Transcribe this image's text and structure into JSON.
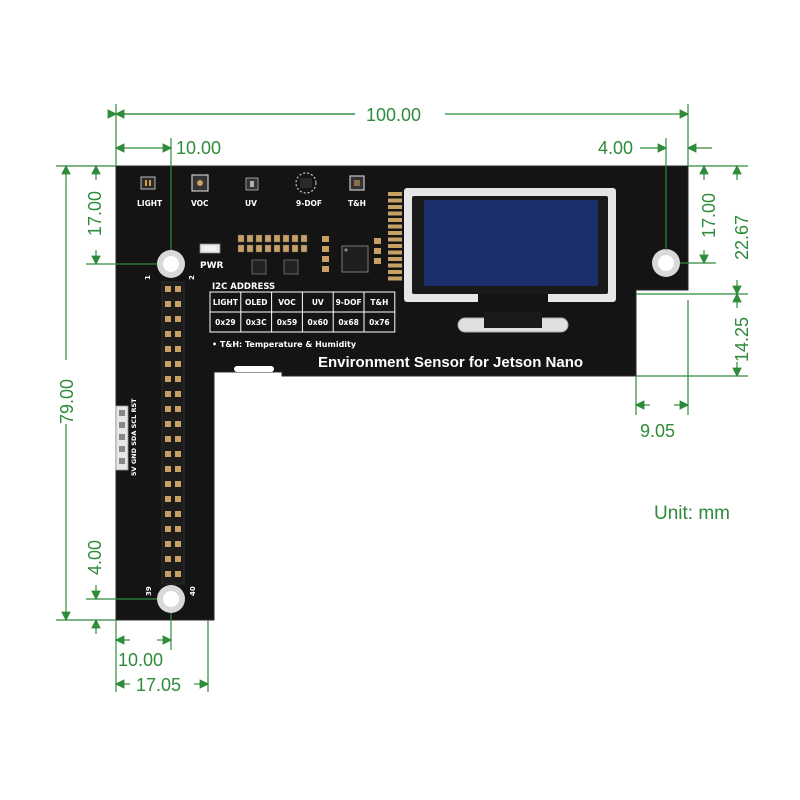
{
  "dimensions": {
    "top_width": "100.00",
    "hole_left_offset": "10.00",
    "hole_right_offset": "4.00",
    "left_top_height": "17.00",
    "right_top_height": "17.00",
    "right_total_height": "22.67",
    "right_step_height": "14.25",
    "right_step_width": "9.05",
    "left_total_height": "79.00",
    "left_bottom_hole": "4.00",
    "bottom_hole_left": "10.00",
    "bottom_width": "17.05"
  },
  "unit_label": "Unit: mm",
  "board": {
    "color": "#141414",
    "sensor_labels": [
      "LIGHT",
      "VOC",
      "UV",
      "9-DOF",
      "T&H"
    ],
    "pwr_label": "PWR",
    "i2c_title": "I2C ADDRESS",
    "i2c_headers": [
      "LIGHT",
      "OLED",
      "VOC",
      "UV",
      "9-DOF",
      "T&H"
    ],
    "i2c_values": [
      "0x29",
      "0x3C",
      "0x59",
      "0x60",
      "0x68",
      "0x76"
    ],
    "footnote": "T&H: Temperature & Humidity",
    "title": "Environment Sensor for Jetson Nano",
    "connector_labels": "5V GND SDA SCL RST",
    "pin_numbers": [
      "1",
      "2",
      "39",
      "40"
    ],
    "oled_color": "#1a2f6b"
  },
  "accent_color": "#2e8b3a"
}
